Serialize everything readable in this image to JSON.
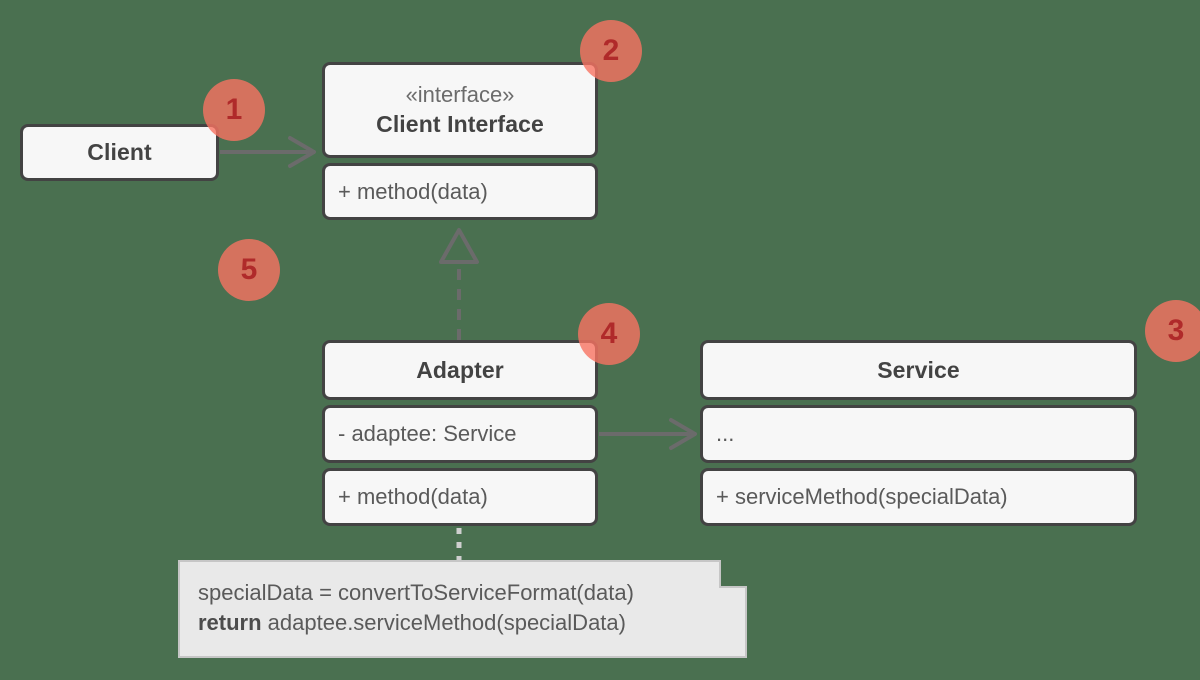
{
  "diagram": {
    "title": "Adapter Design Pattern (UML class diagram)",
    "background_color": "#4a7050",
    "box_fill": "#f7f7f7",
    "box_border": "#434343",
    "badge_fill": "#f87362",
    "badge_text_color": "#b02a2a",
    "note_fill": "#e9e9e9",
    "connector_color": "#6b6b6b"
  },
  "classes": {
    "client": {
      "name": "Client",
      "stereotype": "",
      "members": []
    },
    "client_interface": {
      "name": "Client Interface",
      "stereotype": "«interface»",
      "members": [
        "+ method(data)"
      ]
    },
    "adapter": {
      "name": "Adapter",
      "stereotype": "",
      "attributes": [
        "- adaptee: Service"
      ],
      "members": [
        "+ method(data)"
      ]
    },
    "service": {
      "name": "Service",
      "stereotype": "",
      "attributes": [
        "..."
      ],
      "members": [
        "+ serviceMethod(specialData)"
      ]
    }
  },
  "note": {
    "line1": "specialData = convertToServiceFormat(data)",
    "line2_keyword": "return",
    "line2_rest": " adaptee.serviceMethod(specialData)"
  },
  "badges": [
    {
      "number": "1"
    },
    {
      "number": "2"
    },
    {
      "number": "3"
    },
    {
      "number": "4"
    },
    {
      "number": "5"
    }
  ],
  "connectors": [
    {
      "name": "client-to-interface",
      "style": "solid",
      "arrow": "open"
    },
    {
      "name": "adapter-implements-interface",
      "style": "dashed",
      "arrow": "hollow-triangle"
    },
    {
      "name": "adapter-to-service",
      "style": "solid",
      "arrow": "open"
    },
    {
      "name": "adapter-to-note",
      "style": "dotted",
      "arrow": "none"
    }
  ]
}
